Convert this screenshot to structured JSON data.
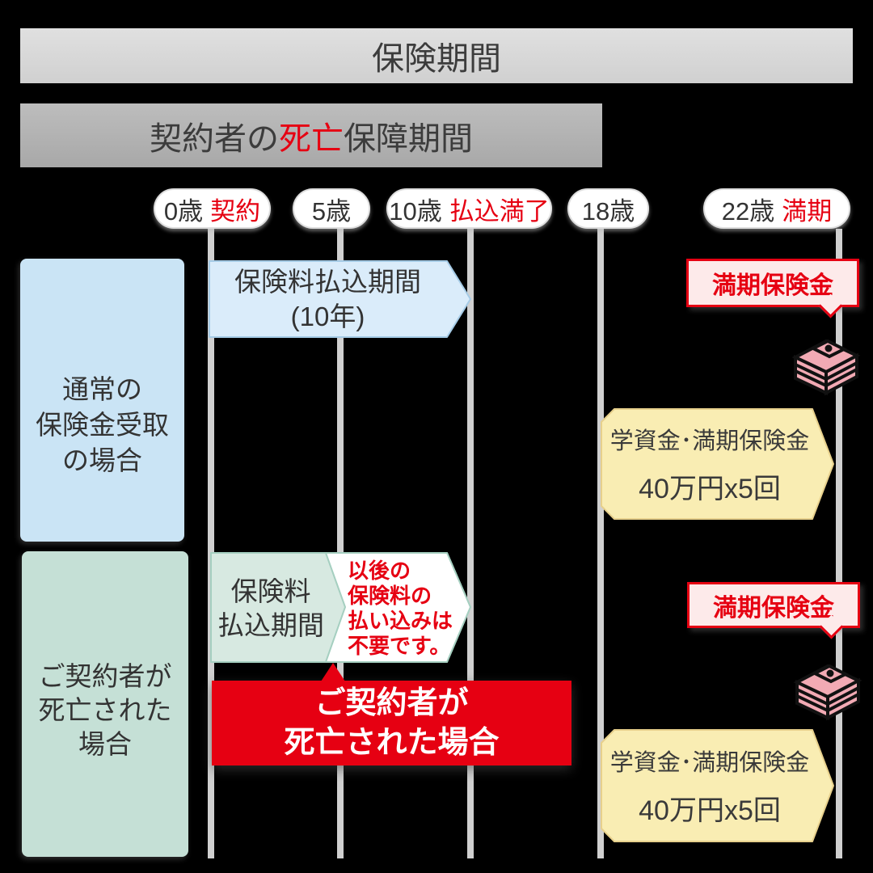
{
  "header": {
    "insurance_period": "保険期間",
    "death_coverage": {
      "pre": "契約者の",
      "highlight": "死亡",
      "post": "保障期間"
    }
  },
  "timeline": {
    "pills": [
      {
        "age": "0歳",
        "note": "契約"
      },
      {
        "age": "5歳",
        "note": ""
      },
      {
        "age": "10歳",
        "note": "払込満了"
      },
      {
        "age": "18歳",
        "note": ""
      },
      {
        "age": "22歳",
        "note": "満期"
      }
    ]
  },
  "row_normal": {
    "case_label": [
      "通常の",
      "保険金受取",
      "の場合"
    ],
    "payment_period": [
      "保険料払込期間",
      "(10年)"
    ],
    "maturity_benefit": "満期保険金",
    "benefit": [
      "学資金･満期保険金",
      "40万円x5回"
    ]
  },
  "row_death": {
    "case_label": [
      "ご契約者が",
      "死亡された",
      "場合"
    ],
    "payment_period": [
      "保険料",
      "払込期間"
    ],
    "no_more_payment": [
      "以後の",
      "保険料の",
      "払い込みは",
      "不要です。"
    ],
    "death_event": [
      "ご契約者が",
      "死亡された場合"
    ],
    "maturity_benefit": "満期保険金",
    "benefit": [
      "学資金･満期保険金",
      "40万円x5回"
    ]
  },
  "colors": {
    "accent_red": "#e60012",
    "blue_box": "#cae4f5",
    "green_box": "#c5e0d6",
    "blue_arrow_fill": "#daecfa",
    "green_arrow_fill": "#d7e9e1",
    "yellow_fill": "#f9edb3",
    "bubble_pink": "#fdeaea",
    "money_pink": "#f2aab4",
    "line_gray": "#d0d0d0"
  }
}
